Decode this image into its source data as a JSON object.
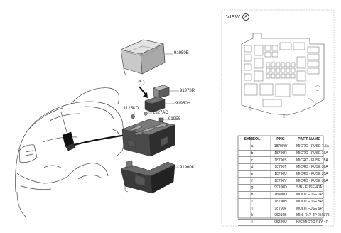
{
  "callouts": {
    "cover": "91950E",
    "relay": "91973R",
    "holder": "91950H",
    "bolt": "1125KD",
    "nut": "1327AC",
    "fuse": "919E5",
    "bracket": "91960K",
    "view_marker": "A"
  },
  "view": {
    "title": "VIEW",
    "marker": "A"
  },
  "parts_table": {
    "headers": [
      "SYMBOL",
      "PNC",
      "PART NAME"
    ],
    "rows": [
      [
        "a",
        "18790W",
        "MICRO - FUSE 7.5A"
      ],
      [
        "b",
        "18790R",
        "MICRO - FUSE 10A"
      ],
      [
        "c",
        "18790S",
        "MICRO - FUSE 15A"
      ],
      [
        "d",
        "18790T",
        "MICRO - FUSE 20A"
      ],
      [
        "e",
        "18790U",
        "MICRO - FUSE 25A"
      ],
      [
        "f",
        "18790V",
        "MICRO - FUSE 30A"
      ],
      [
        "g",
        "99100D",
        "S/B - FUSE 40A"
      ],
      [
        "h",
        "18980Q",
        "MULTI FUSE 2P"
      ],
      [
        "i",
        "18790H",
        "MULTI FUSE 5P"
      ],
      [
        "j",
        "18790F",
        "MULTI FUSE 9P"
      ],
      [
        "k",
        "95210B",
        "MINI RLY 4P 250375"
      ],
      [
        "l",
        "95220U",
        "H/C MICRO RLY 4P"
      ]
    ]
  }
}
